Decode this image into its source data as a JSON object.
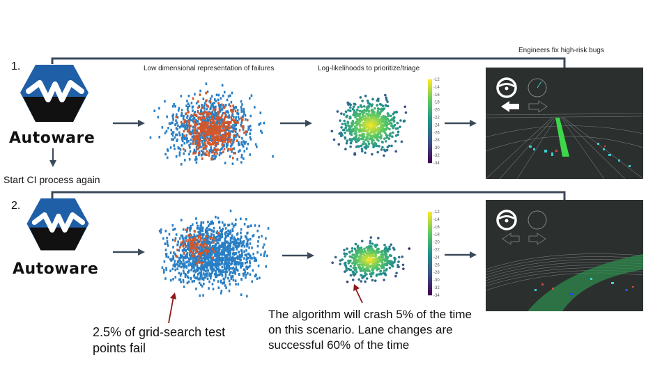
{
  "row1": {
    "number": "1.",
    "logo_text": "Autoware",
    "label_scatter": "Low dimensional representation of failures",
    "label_loglik": "Log-likelihoods to prioritize/triage",
    "label_engineers": "Engineers fix high-risk bugs",
    "label_restart": "Start CI process again"
  },
  "row2": {
    "number": "2.",
    "logo_text": "Autoware",
    "note_left": "2.5% of grid-search test points fail",
    "note_right": "The algorithm will crash 5% of the time on this scenario. Lane changes are successful 60% of the time"
  },
  "colorbar_ticks": [
    "-12",
    "-14",
    "-16",
    "-18",
    "-20",
    "-22",
    "-24",
    "-26",
    "-28",
    "-30",
    "-32",
    "-34"
  ],
  "colors": {
    "logo_blue": "#1f5fa8",
    "logo_black": "#111111",
    "point_blue": "#2a7fc4",
    "point_orange": "#d2572a",
    "arrow": "#3b4a5a",
    "annot_arrow": "#8b1a1a"
  }
}
